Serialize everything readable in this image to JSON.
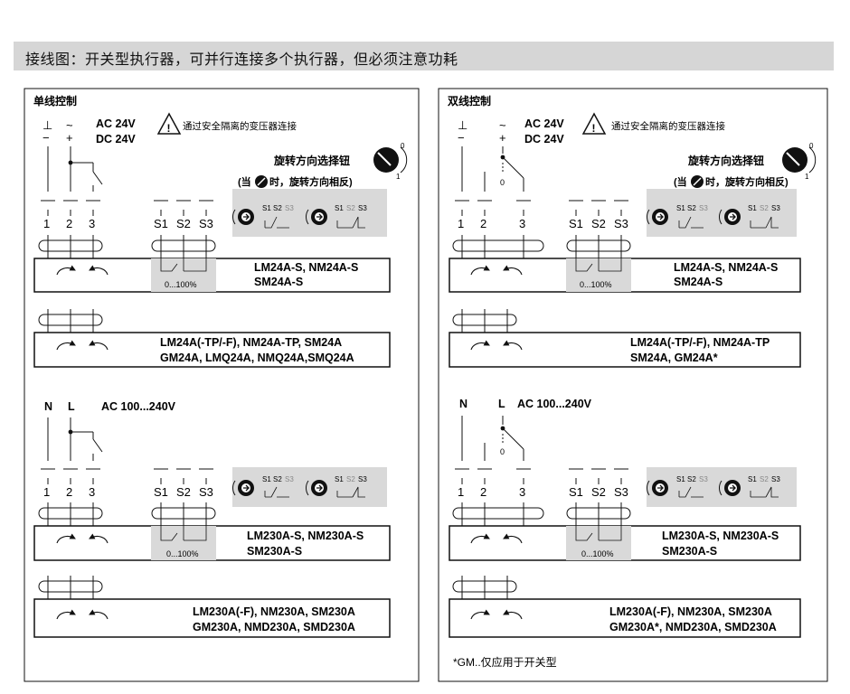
{
  "header": {
    "title": "接线图：开关型执行器，可并行连接多个执行器，但必须注意功耗"
  },
  "left": {
    "title": "单线控制",
    "sup": {
      "sym1": "⊥",
      "sym1b": "−",
      "sym2": "~",
      "sym2b": "+",
      "ac": "AC 24V",
      "dc": "DC 24V",
      "warn": "通过安全隔离的变压器连接"
    },
    "rot_title": "旋转方向选择钮",
    "rot_note_a": "(当",
    "rot_note_b": "时，旋转方向相反)",
    "dial_labels": {
      "zero": "0",
      "one": "1"
    },
    "terms": [
      "1",
      "2",
      "3"
    ],
    "sterms": [
      "S1",
      "S2",
      "S3"
    ],
    "sw_labels": {
      "s1": "S1",
      "s2": "S2",
      "s3": "S3"
    },
    "pct": "0...100%",
    "m1": {
      "l1": "LM24A-S, NM24A-S",
      "l2": "SM24A-S"
    },
    "m2": {
      "l1": "LM24A(-TP/-F), NM24A-TP, SM24A",
      "l2": "GM24A, LMQ24A, NMQ24A,SMQ24A"
    },
    "hv": {
      "n": "N",
      "l": "L",
      "ac": "AC 100...240V"
    },
    "m3": {
      "l1": "LM230A-S, NM230A-S",
      "l2": "SM230A-S"
    },
    "m4": {
      "l1": "LM230A(-F), NM230A, SM230A",
      "l2": "GM230A, NMD230A, SMD230A"
    }
  },
  "right": {
    "title": "双线控制",
    "sup": {
      "sym1": "⊥",
      "sym1b": "−",
      "sym2": "~",
      "sym2b": "+",
      "ac": "AC 24V",
      "dc": "DC 24V",
      "warn": "通过安全隔离的变压器连接"
    },
    "rot_title": "旋转方向选择钮",
    "rot_note_a": "(当",
    "rot_note_b": "时，旋转方向相反)",
    "dial_labels": {
      "zero": "0",
      "one": "1"
    },
    "switch_zero": "0",
    "terms": [
      "1",
      "2",
      "3"
    ],
    "sterms": [
      "S1",
      "S2",
      "S3"
    ],
    "sw_labels": {
      "s1": "S1",
      "s2": "S2",
      "s3": "S3"
    },
    "pct": "0...100%",
    "m1": {
      "l1": "LM24A-S, NM24A-S",
      "l2": "SM24A-S"
    },
    "m2": {
      "l1": "LM24A(-TP/-F), NM24A-TP",
      "l2": "SM24A, GM24A*"
    },
    "hv": {
      "n": "N",
      "l": "L",
      "ac": "AC 100...240V"
    },
    "m3": {
      "l1": "LM230A-S, NM230A-S",
      "l2": "SM230A-S"
    },
    "m4": {
      "l1": "LM230A(-F), NM230A, SM230A",
      "l2": "GM230A*, NMD230A, SMD230A"
    },
    "footnote": "*GM..仅应用于开关型"
  }
}
